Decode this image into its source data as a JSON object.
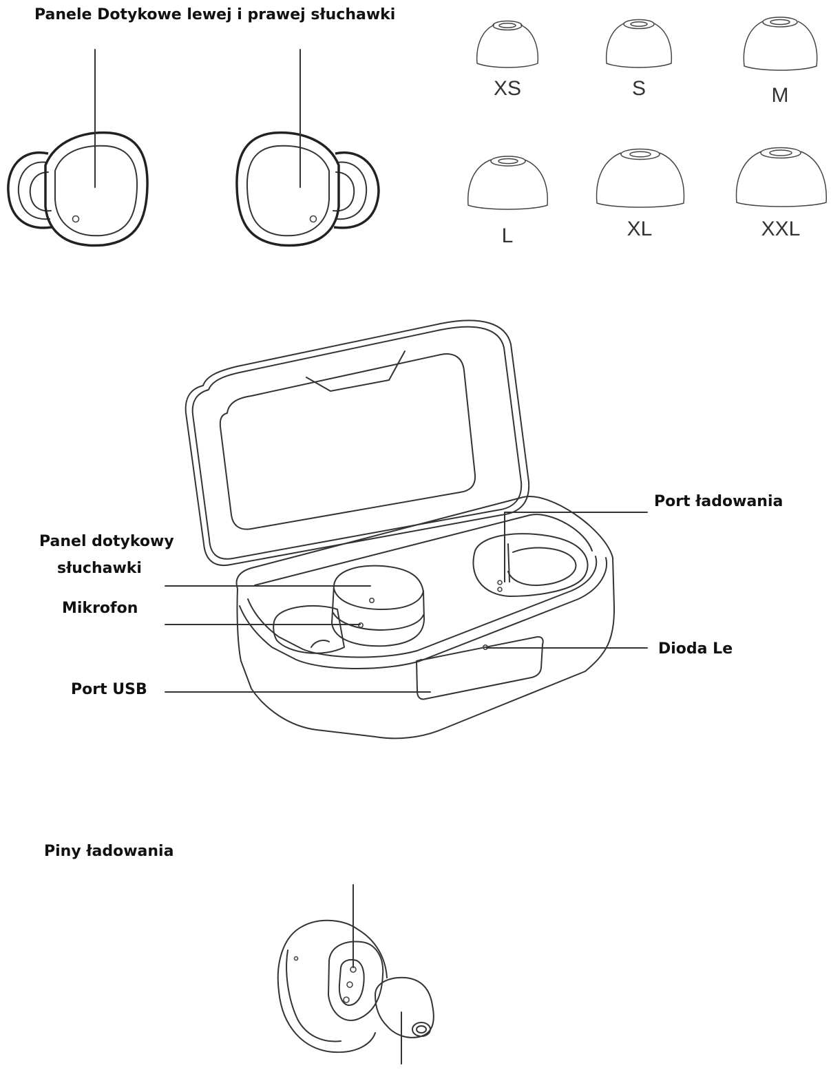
{
  "labels": {
    "touch_panels": "Panele Dotykowe lewej i prawej słuchawki",
    "charging_port": "Port ładowania",
    "earbud_touch_panel_line1": "Panel dotykowy",
    "earbud_touch_panel_line2": "słuchawki",
    "microphone": "Mikrofon",
    "led": "Dioda Le",
    "usb_port": "Port USB",
    "charging_pins": "Piny ładowania"
  },
  "ear_tip_sizes": [
    "XS",
    "S",
    "M",
    "L",
    "XL",
    "XXL"
  ],
  "colors": {
    "line": "#333333",
    "text": "#111111",
    "background": "#ffffff"
  }
}
